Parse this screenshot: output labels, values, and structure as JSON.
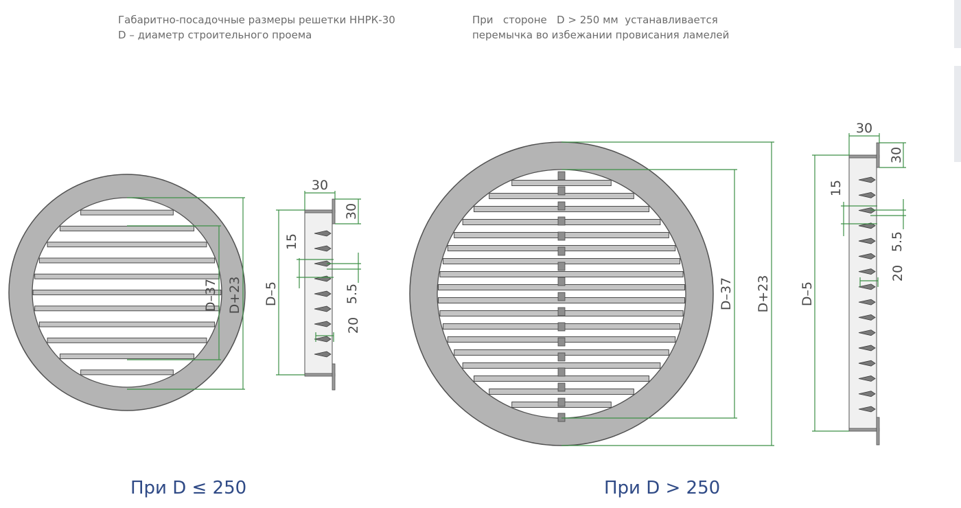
{
  "notes": {
    "left": [
      "Габаритно-посадочные размеры решетки ННРК-30",
      "D – диаметр строительного проема"
    ],
    "right": [
      "При   стороне   D > 250 мм  устанавливается",
      "перемычка во избежании провисания ламелей"
    ]
  },
  "captions": {
    "left": "При D ≤ 250",
    "right": "При D > 250"
  },
  "colors": {
    "ring": "#b4b4b4",
    "outline": "#505050",
    "dimension_line": "#3c8f46",
    "caption": "#2f4a86",
    "note": "#6b6b6b"
  },
  "small_grille": {
    "slat_count": 11,
    "dims": {
      "top_flange": "30",
      "flange_height": "30",
      "pitch": "15",
      "gap": "5.5",
      "depth": "20",
      "inner": "D–37",
      "outer": "D+23",
      "body": "D–5"
    }
  },
  "large_grille": {
    "slat_count": 18,
    "has_bridge": true,
    "dims": {
      "top_flange": "30",
      "flange_height": "30",
      "pitch": "15",
      "gap": "5.5",
      "depth": "20",
      "inner": "D–37",
      "outer": "D+23",
      "body": "D–5"
    }
  }
}
